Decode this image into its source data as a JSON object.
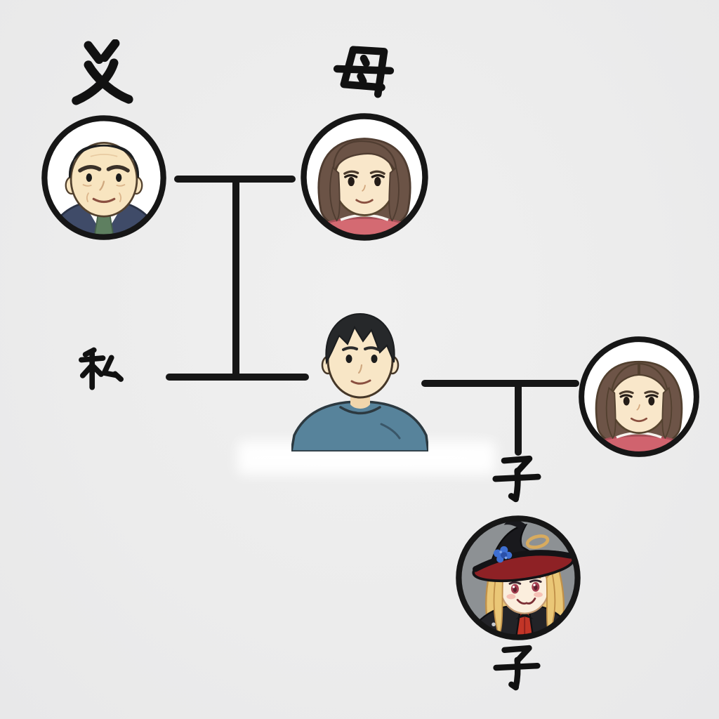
{
  "page": {
    "type": "family-tree-diagram",
    "background": "#ededed"
  },
  "palette": {
    "line": "#161616",
    "kanji": "#111111",
    "circle_border": "#161616",
    "circle_fill": "#ffffff",
    "child_circle_fill": "#8d9194",
    "father_suit": "#3f4b68",
    "father_tie": "#5e7f60",
    "mother_top": "#d46a72",
    "wife_top": "#d0636e",
    "me_shirt": "#57839b",
    "brown_hair": "#6b5346",
    "black_hair": "#2a2c2e",
    "child_hair": "#eac777",
    "child_hat": "#19191d",
    "child_hat_brim": "#8e2125",
    "child_flower": "#3e6fd2",
    "child_dress": "#c23527"
  },
  "nodes": {
    "father": {
      "label": "父",
      "portrait": "middle-aged man, short black hair, navy suit, white shirt, green tie"
    },
    "mother": {
      "label": "母",
      "portrait": "woman with brown bob hair, side-swept bangs, pink top"
    },
    "me": {
      "label": "私",
      "portrait": "young man, short black hair, teal t-shirt"
    },
    "wife": {
      "portrait": "woman with center-parted brown bob hair, pink top"
    },
    "child": {
      "label_above": "子",
      "label_below": "子",
      "portrait": "blonde girl wearing black witch hat with red brim and blue flower, black cape, red dress"
    }
  },
  "edges": [
    {
      "from": "father",
      "to": "mother",
      "type": "couple"
    },
    {
      "from": "father+mother",
      "to": "me",
      "type": "parent-child"
    },
    {
      "from": "me",
      "to": "wife",
      "type": "couple"
    },
    {
      "from": "me+wife",
      "to": "child",
      "type": "parent-child"
    }
  ]
}
